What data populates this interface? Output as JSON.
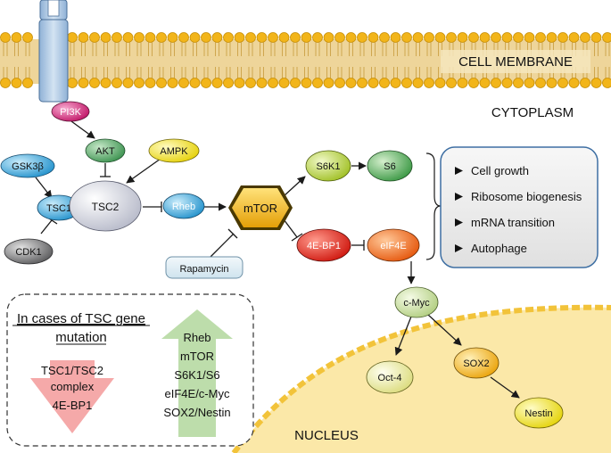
{
  "labels": {
    "cell_membrane": "CELL MEMBRANE",
    "cytoplasm": "CYTOPLASM",
    "nucleus": "NUCLEUS"
  },
  "nodes": {
    "pi3k": "PI3K",
    "akt": "AKT",
    "ampk": "AMPK",
    "gsk3b": "GSK3β",
    "tsc1": "TSC1",
    "tsc2": "TSC2",
    "cdk1": "CDK1",
    "rheb": "Rheb",
    "mtor": "mTOR",
    "rapamycin": "Rapamycin",
    "s6k1": "S6K1",
    "s6": "S6",
    "ebp1": "4E-BP1",
    "eif4e": "eIF4E",
    "cmyc": "c-Myc",
    "oct4": "Oct-4",
    "sox2": "SOX2",
    "nestin": "Nestin"
  },
  "outcomes": [
    "Cell growth",
    "Ribosome biogenesis",
    "mRNA transition",
    "Autophage"
  ],
  "tsc_box": {
    "title_line1": "In cases of TSC gene",
    "title_line2": "mutation",
    "down_items": [
      "TSC1/TSC2",
      "complex",
      "4E-BP1"
    ],
    "up_items": [
      "Rheb",
      "mTOR",
      "S6K1/S6",
      "eIF4E/c-Myc",
      "SOX2/Nestin"
    ]
  },
  "colors": {
    "membrane_band": "#eed59a",
    "lipid_head": "#f2b51a",
    "nucleus": "#fbe8a8",
    "pi3k": "#d6247a",
    "akt": "#5aa867",
    "ampk": "#f2e21a",
    "gsk3b": "#3fa9db",
    "tsc1": "#4fb0dc",
    "tsc2": "#d9dbe4",
    "cdk1": "#7e7e80",
    "rheb": "#3aa2d8",
    "mtor": "#f1b40f",
    "s6k1": "#b6d23a",
    "s6": "#5bb157",
    "ebp1": "#e12a1f",
    "eif4e": "#ee6a1b",
    "cmyc": "#c9de9e",
    "oct4": "#ecec9c",
    "sox2": "#f3b41c",
    "nestin": "#f0e22a",
    "outcome_box": "#ededed",
    "outcome_border": "#3e6fa3",
    "down_arrow": "#f4a0a0",
    "up_arrow": "#b6d9a2"
  }
}
